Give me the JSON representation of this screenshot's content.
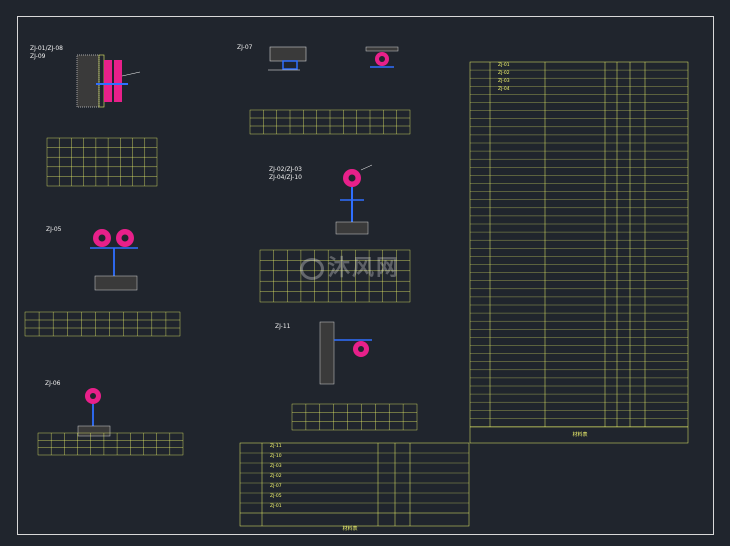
{
  "drawing": {
    "watermark": "沐风网",
    "labels": {
      "d1_a": "ZJ-01/ZJ-08",
      "d1_b": "ZJ-09",
      "d2": "ZJ-07",
      "d3_a": "ZJ-02/ZJ-03",
      "d3_b": "ZJ-04/ZJ-10",
      "d4": "ZJ-05",
      "d5": "ZJ-11",
      "d6": "ZJ-06"
    },
    "bottom_table": {
      "rows": [
        "ZJ-11",
        "ZJ-10",
        "ZJ-03",
        "ZJ-02",
        "ZJ-07",
        "ZJ-05",
        "ZJ-01"
      ],
      "footer": "材料表"
    },
    "right_table": {
      "top_rows": [
        "ZJ-01",
        "ZJ-02",
        "ZJ-03",
        "ZJ-04"
      ],
      "footer": "材料表"
    },
    "colors": {
      "background": "#20252d",
      "table_line": "#e8f06a",
      "pipe": "#e8208a",
      "support": "#2f6fff",
      "leader": "#ffffff"
    }
  }
}
